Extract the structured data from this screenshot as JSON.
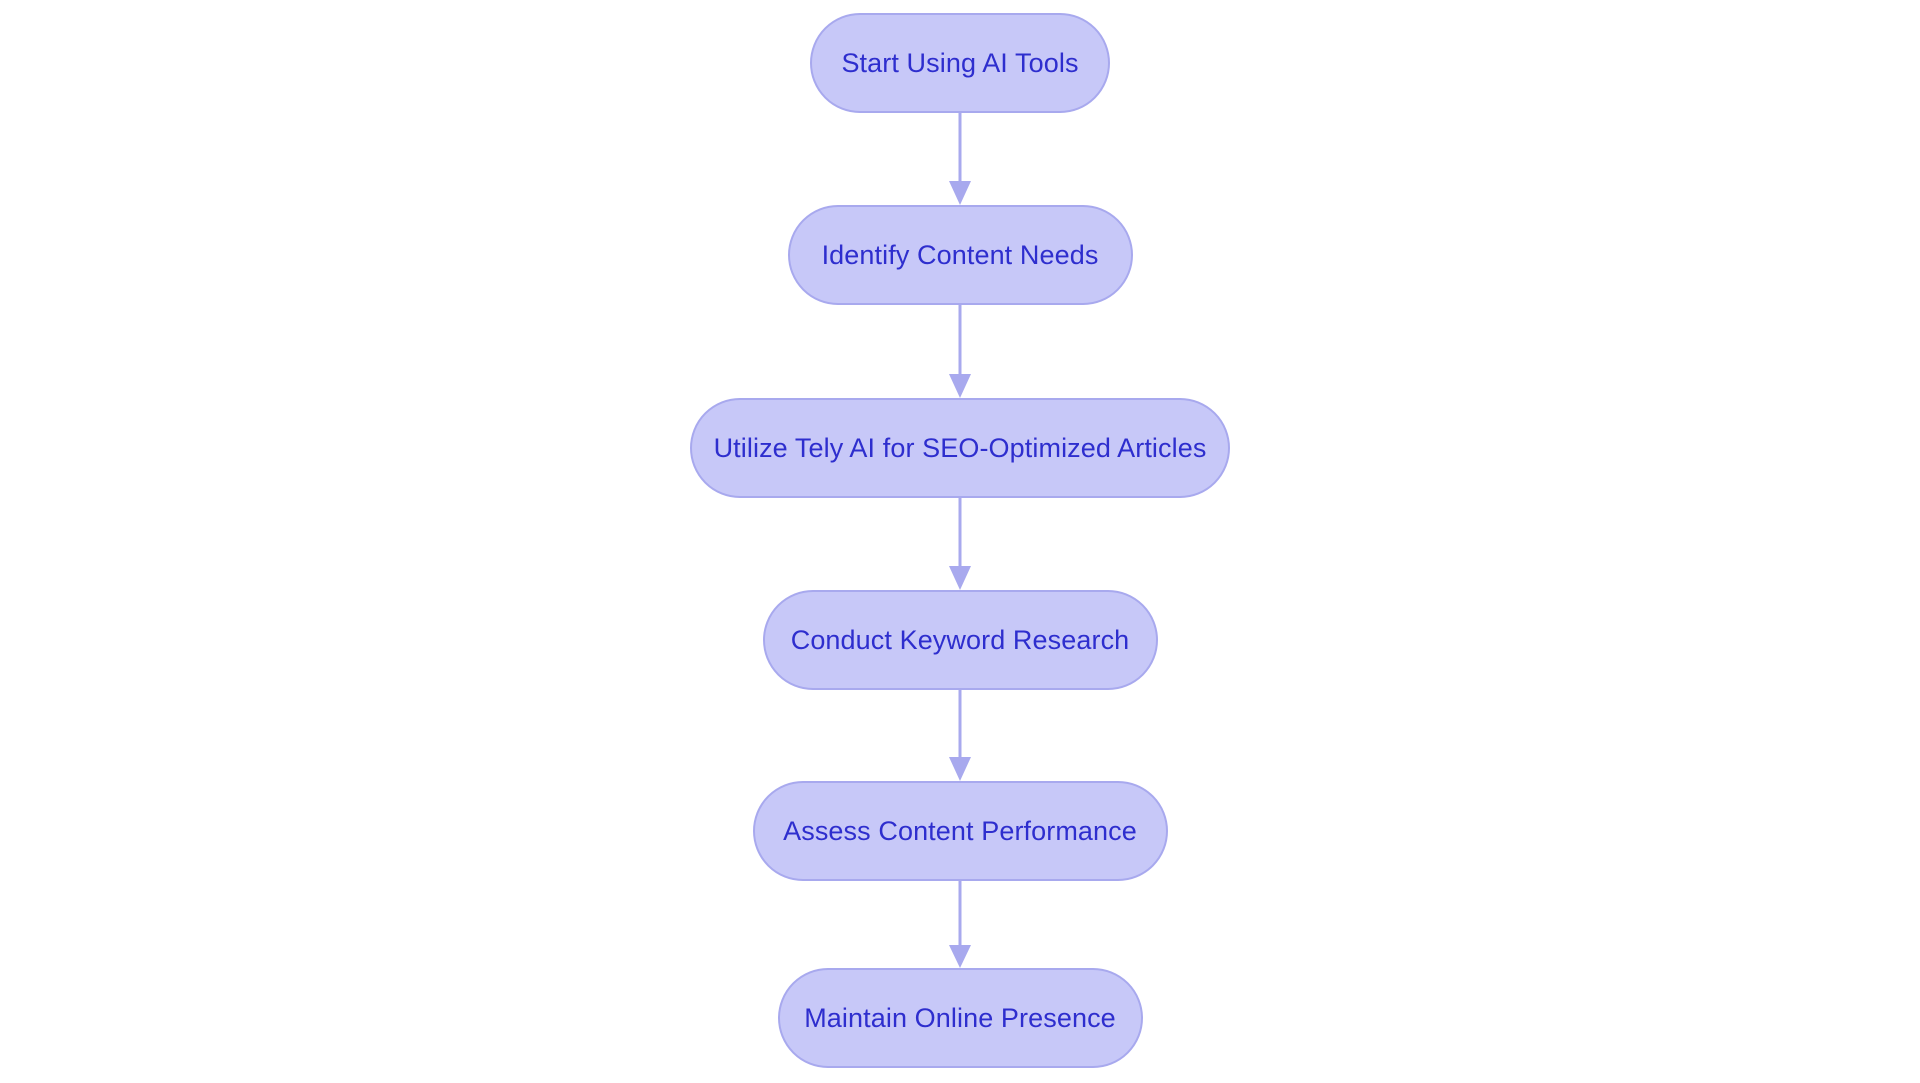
{
  "diagram": {
    "type": "flowchart",
    "orientation": "top-to-bottom",
    "background_color": "#ffffff",
    "node_fill_color": "#c7c8f8",
    "node_border_color": "#a8a9ee",
    "node_text_color": "#2e2ece",
    "edge_color": "#a8a9ee",
    "node_shape": "stadium",
    "nodes": [
      {
        "id": "n0",
        "label": "Start Using AI Tools"
      },
      {
        "id": "n1",
        "label": "Identify Content Needs"
      },
      {
        "id": "n2",
        "label": "Utilize Tely AI for SEO-Optimized Articles"
      },
      {
        "id": "n3",
        "label": "Conduct Keyword Research"
      },
      {
        "id": "n4",
        "label": "Assess Content Performance"
      },
      {
        "id": "n5",
        "label": "Maintain Online Presence"
      }
    ],
    "edges": [
      {
        "from": "n0",
        "to": "n1",
        "label": ""
      },
      {
        "from": "n1",
        "to": "n2",
        "label": ""
      },
      {
        "from": "n2",
        "to": "n3",
        "label": ""
      },
      {
        "from": "n3",
        "to": "n4",
        "label": ""
      },
      {
        "from": "n4",
        "to": "n5",
        "label": ""
      }
    ]
  }
}
